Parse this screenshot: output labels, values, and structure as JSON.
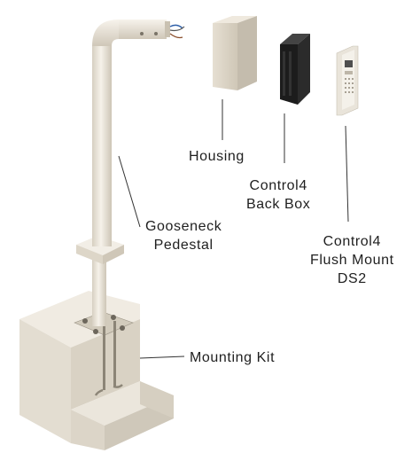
{
  "labels": {
    "housing": "Housing",
    "back_box": [
      "Control4",
      "Back Box"
    ],
    "gooseneck": [
      "Gooseneck",
      "Pedestal"
    ],
    "flush_mount": [
      "Control4",
      "Flush Mount",
      "DS2"
    ],
    "mounting_kit": "Mounting Kit"
  },
  "colors": {
    "pedestal": "#ece6da",
    "concrete": "#e2dccf",
    "back_box": "#1c1c1c",
    "leader": "#333333"
  }
}
